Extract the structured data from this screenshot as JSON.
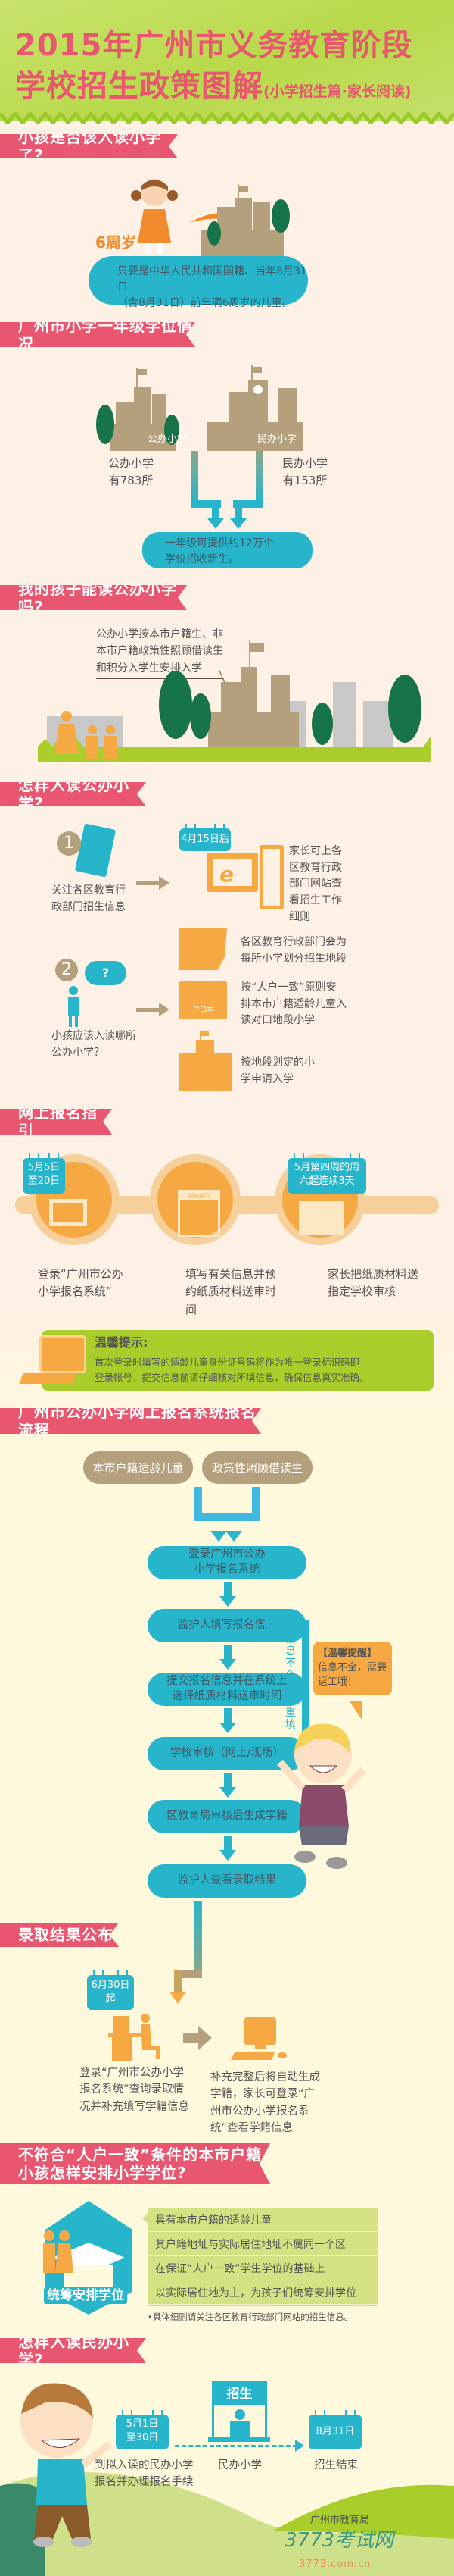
{
  "header": {
    "title_line1": "2015年广州市义务教育阶段",
    "title_line2": "学校招生政策图解",
    "subtitle": "(小学招生篇·家长阅读)"
  },
  "s1": {
    "banner": "小孩是否该入读小学了?",
    "age": "6周岁",
    "text1": "只要是中华人民共和国国籍、当年8月31日",
    "text2": "（含8月31日）前年满6周岁的儿童。"
  },
  "s2": {
    "banner": "广州市小学一年级学位情况",
    "public_label": "公办小学",
    "private_label": "民办小学",
    "public_name": "公办小学",
    "public_count": "有783所",
    "private_name": "民办小学",
    "private_count": "有153所",
    "total1": "一年级可提供约12万个",
    "total2": "学位招收新生。"
  },
  "s3": {
    "banner": "我的孩子能读公办小学吗?",
    "text1": "公办小学按本市户籍生、非",
    "text2": "本市户籍政策性照顾借读生",
    "text3": "和积分入学生安排入学"
  },
  "s4": {
    "banner": "怎样入读公办小学?",
    "step1_num": "1",
    "step1_text": "关注各区教育行政部门招生信息",
    "step1_date": "4月15日后",
    "step1_result": "家长可上各区教育行政部门网站查看招生工作细则",
    "step2_num": "2",
    "step2_q": "?",
    "step2_text": "小孩应该入读哪所公办小学？",
    "r1": "各区教育行政部门会为每所小学划分招生地段",
    "hukou": "户口本",
    "r2": "按“人户一致”原则安排本市户籍适龄儿童入读对口地段小学",
    "r3": "按地段划定的小学申请入学"
  },
  "s5": {
    "banner": "网上报名指引",
    "date1a": "5月5日",
    "date1b": "至20日",
    "dept": "相关部门",
    "date3a": "5月第四周的周",
    "date3b": "六起连续3天",
    "cap1": "登录“广州市公办小学报名系统”",
    "cap2": "填写有关信息并预约纸质材料送审时间",
    "cap3": "家长把纸质材料送指定学校审核",
    "tip_title": "温馨提示:",
    "tip1": "首次登录时填写的适龄儿童身份证号码将作为唯一登录标识码即",
    "tip2": "登录帐号，提交信息前请仔细核对所填信息，确保信息真实准确。"
  },
  "s6": {
    "banner": "广州市公办小学网上报名系统报名流程",
    "src1": "本市户籍适龄儿童",
    "src2": "政策性照顾借读生",
    "steps": [
      "登录广州市公办\n小学报名系统",
      "监护人填写报名信息",
      "提交报名信息并在系统上\n选择纸质材料送审时间",
      "学校审核（网上/现场）",
      "区教育局审核后生成学籍",
      "监护人查看录取结果"
    ],
    "return_label": "信息不全，返回重填",
    "bubble_title": "【温馨提醒】",
    "bubble_text": "信息不全，需要返工哦！"
  },
  "s7": {
    "banner": "录取结果公布",
    "date": "6月30日起",
    "cap1": "登录“广州市公办小学报名系统”查询录取情况并补充填写学籍信息",
    "cap2": "补充完整后将自动生成学籍，家长可登录“广州市公办小学报名系统”查看学籍信息"
  },
  "s8": {
    "banner1": "不符合“人户一致”条件的本市户籍",
    "banner2": "小孩怎样安排小学学位?",
    "house_label": "统筹安排学位",
    "rows": [
      "具有本市户籍的适龄儿童",
      "其户籍地址与实际居住地址不属同一个区",
      "在保证“人户一致”学生学位的基础上",
      "以实际居住地为主，为孩子们统筹安排学位"
    ],
    "note": "•具体细则请关注各区教育行政部门网站的招生信息。"
  },
  "s9": {
    "banner": "怎样入读民办小学?",
    "date1a": "5月1日",
    "date1b": "至30日",
    "sign": "招生",
    "date2": "8月31日",
    "cap1a": "到拟入读的民办小学",
    "cap1b": "报名并办理报名手续",
    "cap2": "民办小学",
    "cap3": "招生结束"
  },
  "footer": {
    "source": "广州市教育局",
    "watermark1": "3773考试网",
    "watermark2": "3773.com.cn"
  },
  "colors": {
    "pink": "#e8566f",
    "teal": "#27b5cc",
    "orange": "#f6a942",
    "brown": "#b5a07e",
    "green": "#17734a",
    "lime": "#a9cd2a"
  }
}
